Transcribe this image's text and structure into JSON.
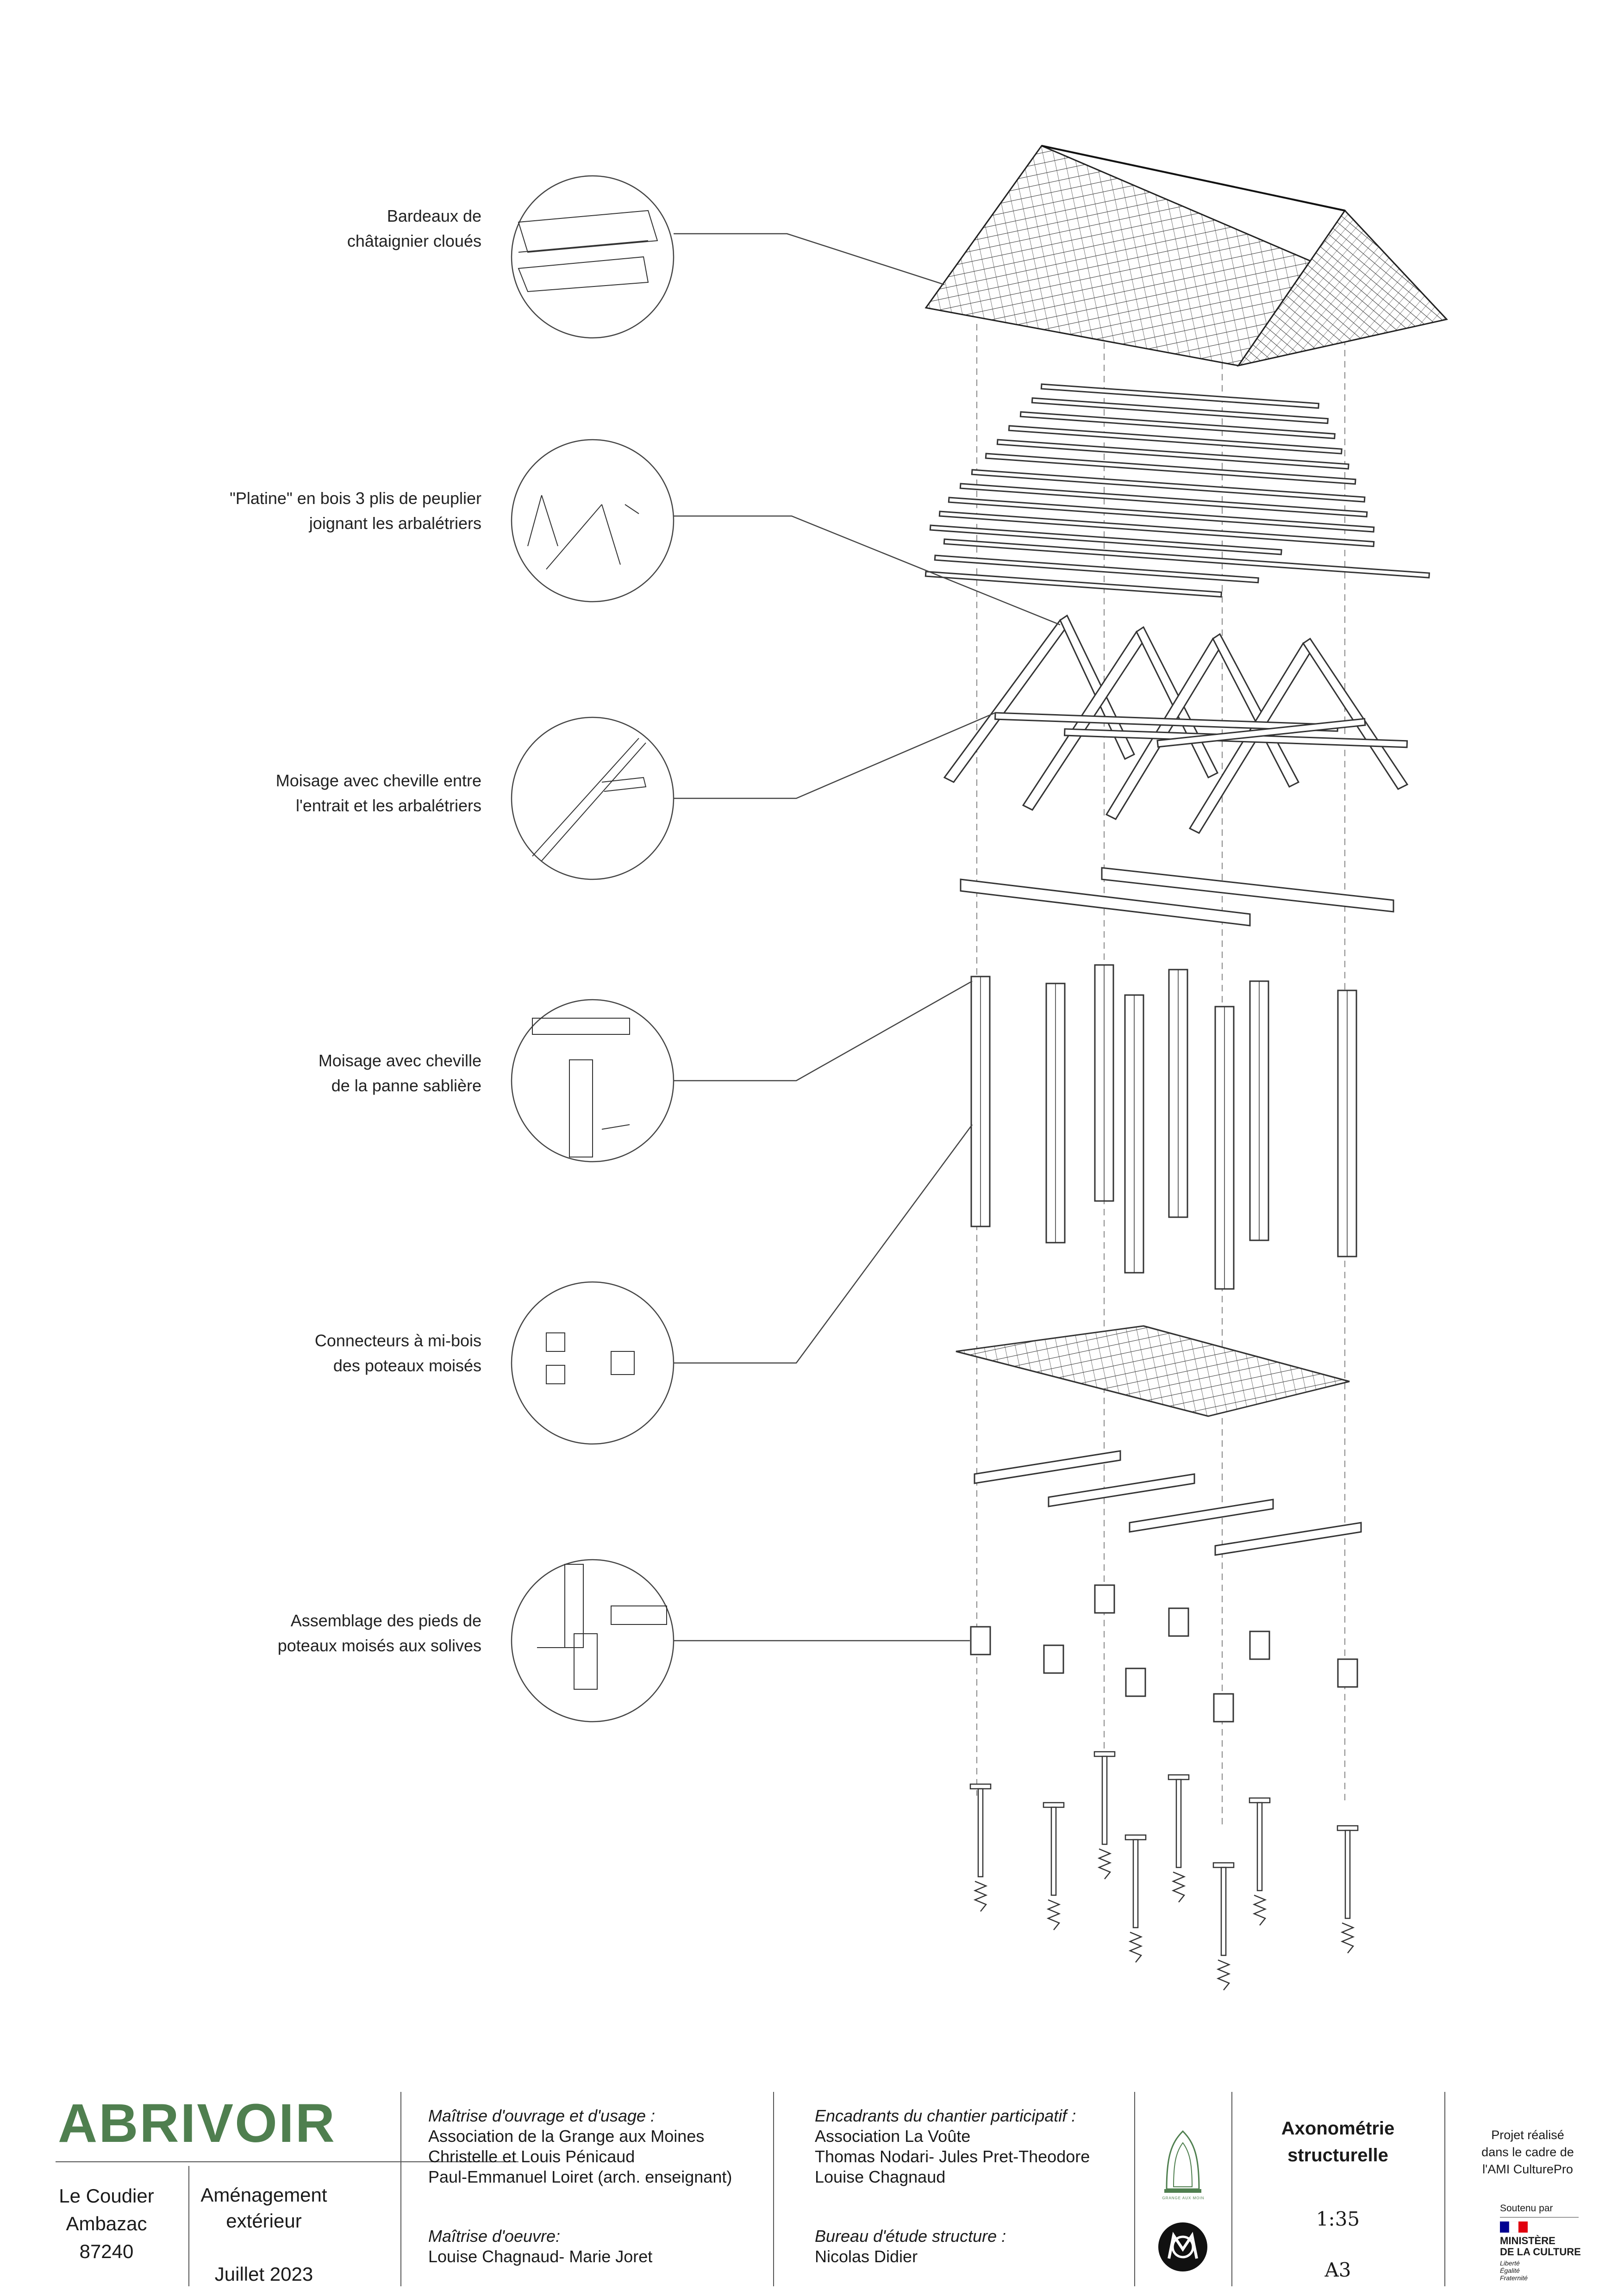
{
  "callouts": [
    {
      "line1": "Bardeaux de",
      "line2": "châtaignier cloués"
    },
    {
      "line1": "\"Platine\" en bois 3 plis de peuplier",
      "line2": "joignant les arbalétriers"
    },
    {
      "line1": "Moisage avec cheville entre",
      "line2": "l'entrait et les arbalétriers"
    },
    {
      "line1": "Moisage avec cheville",
      "line2": "de la panne sablière"
    },
    {
      "line1": "Connecteurs à mi-bois",
      "line2": "des poteaux moisés"
    },
    {
      "line1": "Assemblage des pieds de",
      "line2": "poteaux moisés aux solives"
    }
  ],
  "title_block": {
    "project": "ABRIVOIR",
    "address": [
      "Le Coudier",
      "Ambazac",
      "87240"
    ],
    "program": [
      "Aménagement",
      "extérieur"
    ],
    "date": "Juillet 2023",
    "owner_heading": "Maîtrise d'ouvrage et d'usage :",
    "owner_lines": [
      "Association de la Grange aux Moines",
      "Christelle et Louis Pénicaud",
      "Paul-Emmanuel Loiret (arch. enseignant)"
    ],
    "moe_heading": "Maîtrise d'oeuvre:",
    "moe_lines": [
      "Louise Chagnaud- Marie Joret"
    ],
    "supervisors_heading": "Encadrants du chantier participatif :",
    "supervisors_lines": [
      "Association La Voûte",
      "Thomas Nodari- Jules Pret-Theodore",
      "Louise Chagnaud"
    ],
    "engineering_heading": "Bureau d'étude structure :",
    "engineering_lines": [
      "Nicolas Didier"
    ],
    "logo_caption": "LA GRANGE AUX MOINES",
    "sheet_title": [
      "Axonométrie",
      "structurelle"
    ],
    "scale": "1:35",
    "format": "A3",
    "ami_text": [
      "Projet réalisé",
      "dans le cadre de",
      "l'AMI CulturePro"
    ],
    "supported_by": "Soutenu par",
    "ministry": [
      "MINISTÈRE",
      "DE LA CULTURE"
    ],
    "motto": [
      "Liberté",
      "Égalité",
      "Fraternité"
    ]
  },
  "colors": {
    "accent_green": "#4f7f4f",
    "ink": "#1a1a1a",
    "line": "#555555",
    "marianne_blue": "#000091",
    "marianne_red": "#e1000f"
  }
}
